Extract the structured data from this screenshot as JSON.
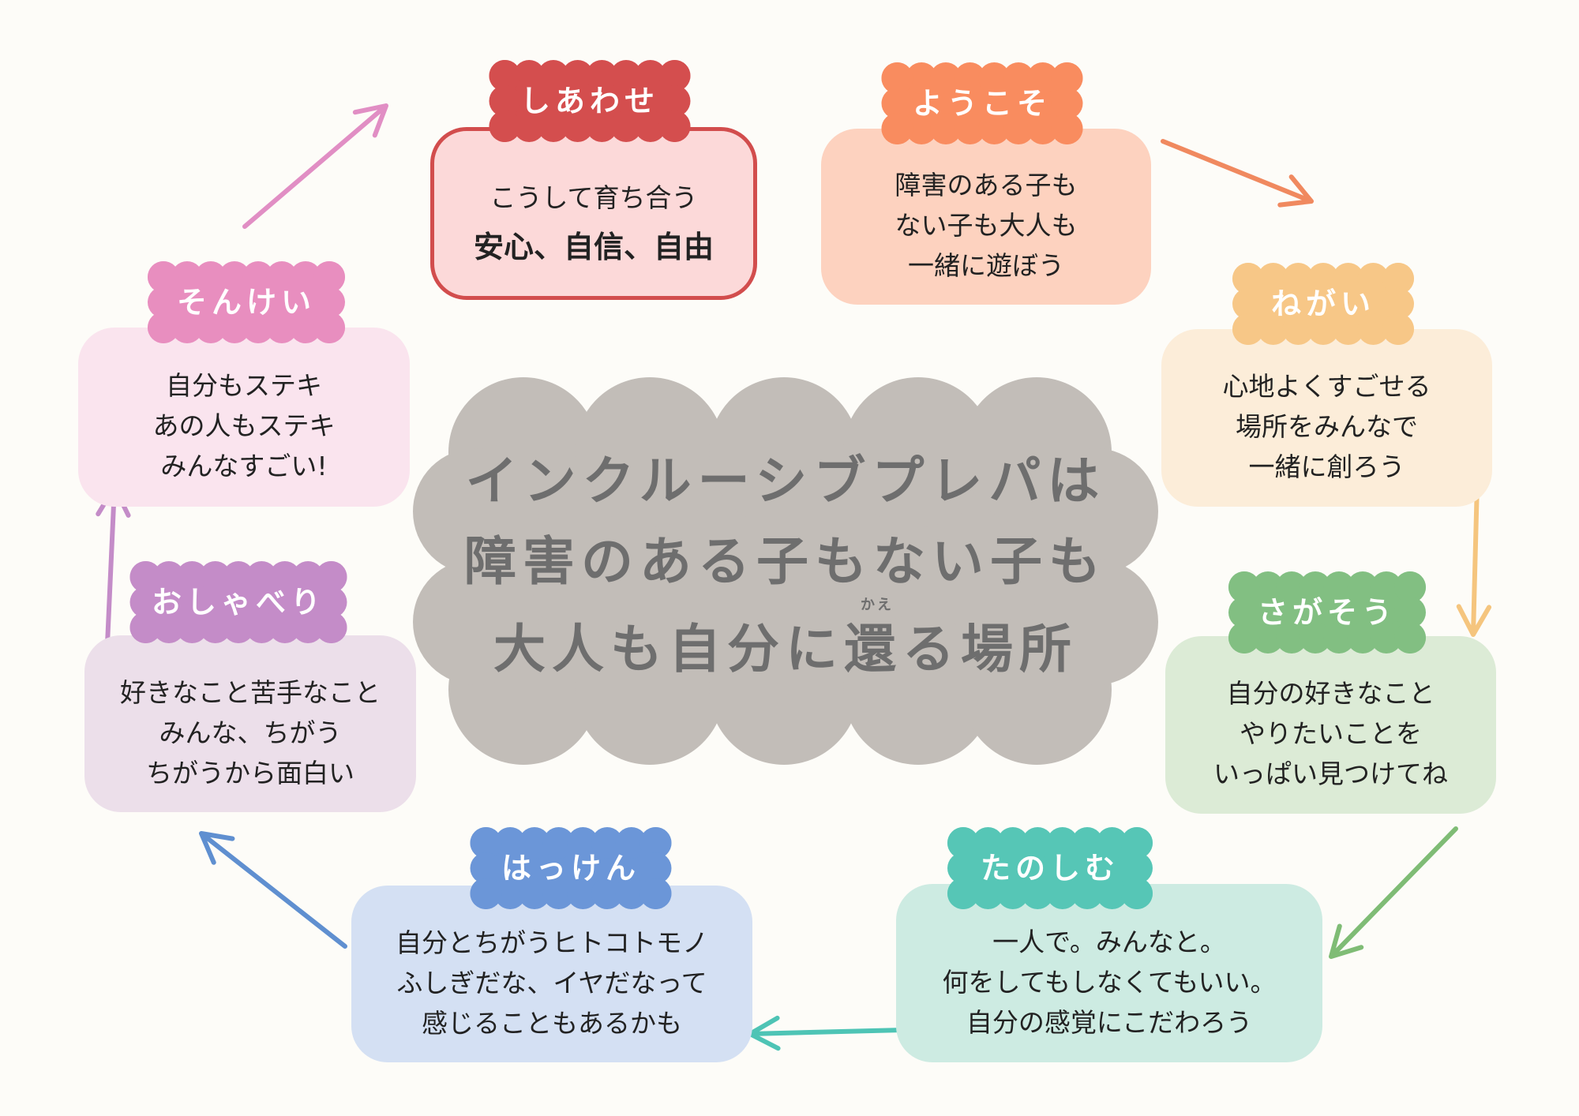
{
  "center": {
    "lines": [
      "インクルーシブプレパは",
      "障害のある子もない子も",
      "大人も自分に還る場所"
    ],
    "ruby": "かえ",
    "color": "#c2bdb8"
  },
  "cards": [
    {
      "title": "しあわせ",
      "lines": [
        "こうして育ち合う"
      ],
      "emphasis": "安心、自信、自由",
      "badge": "#d44e4e",
      "fill": "#fcd9d9",
      "border": "#d24d4d"
    },
    {
      "title": "ようこそ",
      "lines": [
        "障害のある子も",
        "ない子も大人も",
        "一緒に遊ぼう"
      ],
      "badge": "#f98c5f",
      "fill": "#fdd2bf"
    },
    {
      "title": "ねがい",
      "lines": [
        "心地よくすごせる",
        "場所をみんなで",
        "一緒に創ろう"
      ],
      "badge": "#f7c787",
      "fill": "#fcedd9"
    },
    {
      "title": "さがそう",
      "lines": [
        "自分の好きなこと",
        "やりたいことを",
        "いっぱい見つけてね"
      ],
      "badge": "#82bf82",
      "fill": "#dcebd6"
    },
    {
      "title": "たのしむ",
      "lines": [
        "一人で。みんなと。",
        "何をしてもしなくてもいい。",
        "自分の感覚にこだわろう"
      ],
      "badge": "#56c6b6",
      "fill": "#cdebe2"
    },
    {
      "title": "はっけん",
      "lines": [
        "自分とちがうヒトコトモノ",
        "ふしぎだな、イヤだなって",
        "感じることもあるかも"
      ],
      "badge": "#6b96d8",
      "fill": "#d4e0f3"
    },
    {
      "title": "おしゃべり",
      "lines": [
        "好きなこと苦手なこと",
        "みんな、ちがう",
        "ちがうから面白い"
      ],
      "badge": "#c48cc8",
      "fill": "#ecdfea"
    },
    {
      "title": "そんけい",
      "lines": [
        "自分もステキ",
        "あの人もステキ",
        "みんなすごい!"
      ],
      "badge": "#e88ebf",
      "fill": "#fae4ee"
    }
  ]
}
